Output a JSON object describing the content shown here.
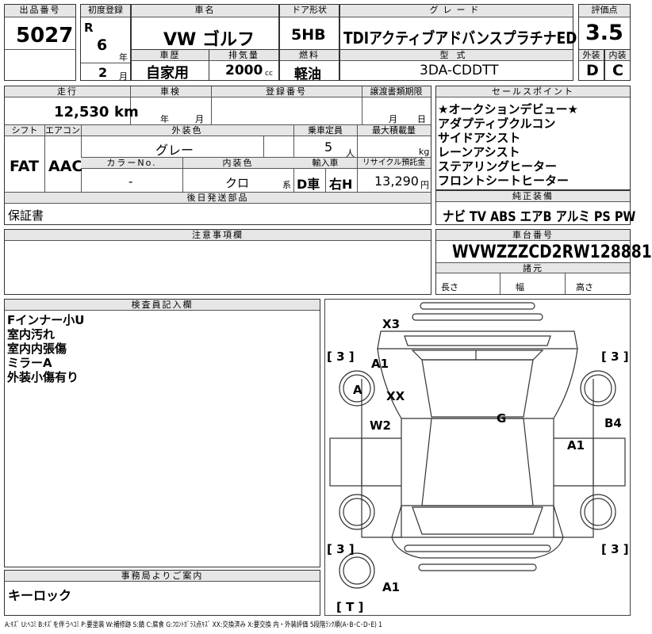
{
  "lot": {
    "label": "出品番号",
    "value": "5027"
  },
  "first_reg": {
    "label": "初度登録",
    "era": "R",
    "year": "6",
    "year_unit": "年",
    "month": "2",
    "month_unit": "月"
  },
  "car_name": {
    "label": "車名",
    "value": "VW ゴルフ"
  },
  "door": {
    "label": "ドア形状",
    "value": "5HB"
  },
  "grade": {
    "label": "グレード",
    "value": "TDIアクティブアドバンスプラチナED"
  },
  "score": {
    "label": "評価点",
    "value": "3.5"
  },
  "history": {
    "label": "車歴",
    "value": "自家用"
  },
  "displacement": {
    "label": "排気量",
    "value": "2000",
    "unit": "cc"
  },
  "fuel": {
    "label": "燃料",
    "value": "軽油"
  },
  "model": {
    "label": "型式",
    "value": "3DA-CDDTT"
  },
  "exterior_grade": {
    "label": "外装",
    "value": "D"
  },
  "interior_grade": {
    "label": "内装",
    "value": "C"
  },
  "mileage": {
    "label": "走行",
    "value": "12,530",
    "unit": "km"
  },
  "inspection": {
    "label": "車検",
    "year_unit": "年",
    "month_unit": "月"
  },
  "registration": {
    "label": "登録番号",
    "value": ""
  },
  "transfer": {
    "label": "譲渡書類期限",
    "month_unit": "月",
    "day_unit": "日"
  },
  "shift": {
    "label": "シフト",
    "value": "FAT"
  },
  "aircon": {
    "label": "エアコン",
    "value": "AAC"
  },
  "ext_color": {
    "label": "外装色",
    "value": "グレー"
  },
  "capacity": {
    "label": "乗車定員",
    "value": "5",
    "unit": "人"
  },
  "max_load": {
    "label": "最大積載量",
    "unit": "kg"
  },
  "color_no": {
    "label": "カラーNo.",
    "value": "-"
  },
  "int_color": {
    "label": "内装色",
    "value": "クロ",
    "suffix": "系"
  },
  "import": {
    "label": "輸入車",
    "drive": "D車",
    "steering": "右H"
  },
  "recycle": {
    "label": "リサイクル預託金",
    "value": "13,290",
    "unit": "円"
  },
  "later_parts": {
    "label": "後日発送部品",
    "value": "保証書"
  },
  "selling_points": {
    "label": "セールスポイント",
    "items": [
      "★オークションデビュー★",
      "アダプティブクルコン",
      "サイドアシスト",
      "レーンアシスト",
      "ステアリングヒーター",
      "フロントシートヒーター"
    ]
  },
  "equipment": {
    "label": "純正装備",
    "value": "ナビ TV ABS エアB アルミ PS PW"
  },
  "notes": {
    "label": "注意事項欄",
    "value": ""
  },
  "vin": {
    "label": "車台番号",
    "value": "WVWZZZCD2RW128881"
  },
  "specs": {
    "label": "諸元",
    "length": "長さ",
    "width": "幅",
    "height": "高さ"
  },
  "inspector": {
    "label": "検査員記入欄",
    "items": [
      "Fインナー小U",
      "室内汚れ",
      "室内内張傷",
      "ミラーA",
      "外装小傷有り"
    ]
  },
  "office": {
    "label": "事務局よりご案内",
    "value": "キーロック"
  },
  "diagram": {
    "marks": {
      "x3": "X3",
      "a1_front": "A1",
      "a_wheel": "A",
      "xx": "XX",
      "w2": "W2",
      "g": "G",
      "b4": "B4",
      "a1_side": "A1",
      "a1_rear": "A1"
    },
    "tire_fl": "[ 3 ]",
    "tire_fr": "[ 3 ]",
    "tire_rl": "[ 3 ]",
    "tire_rr": "[ 3 ]",
    "spare": "[ T ]"
  },
  "legend": "A:ｷｽﾞ U:ﾍｺﾐ B:ｷｽﾞを伴うﾍｺﾐ P:要塗装 W:補修跡 S:錆 C:腐食 G:ﾌﾛﾝﾄｶﾞﾗｽ点ｷｽﾞ XX:交換済み X:要交換 内・外装評価 5段階ﾗﾝｸ順(A･B･C･D･E) 1"
}
